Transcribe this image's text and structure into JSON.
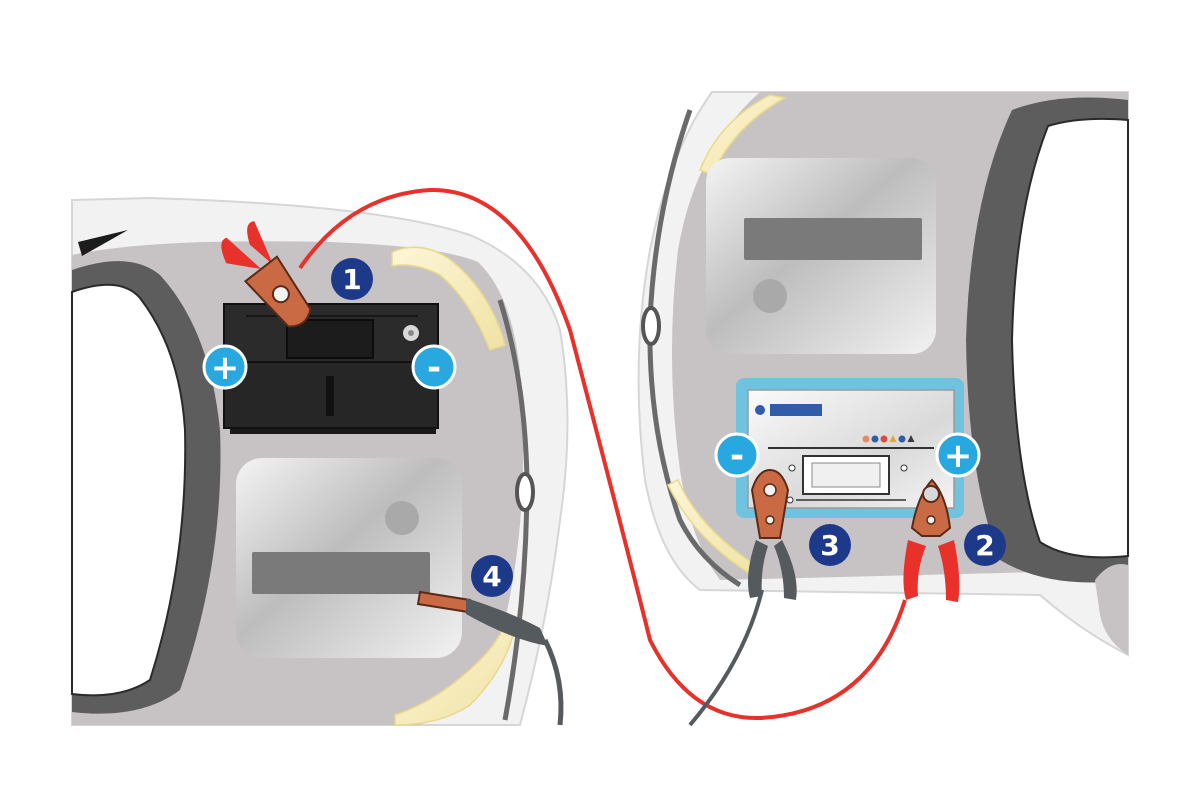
{
  "steps": [
    {
      "number": "1"
    },
    {
      "number": "2"
    },
    {
      "number": "3"
    },
    {
      "number": "4"
    }
  ],
  "terminals": {
    "positive": "+",
    "negative": "-"
  },
  "colors": {
    "step_badge": "#1d3a8a",
    "terminal_badge": "#29a8e0",
    "positive_cable": "#e8312a",
    "negative_cable": "#555a5e",
    "engine_bay": "#c7c3c4",
    "clamp_copper": "#c96a44",
    "battery_body": "#262626",
    "booster_frame": "#6fc3de"
  },
  "booster_indicator_colors": [
    "#e58b6b",
    "#2f5da8",
    "#d94b3b",
    "#e0a83a",
    "#2f5da8",
    "#3b3b3b"
  ]
}
